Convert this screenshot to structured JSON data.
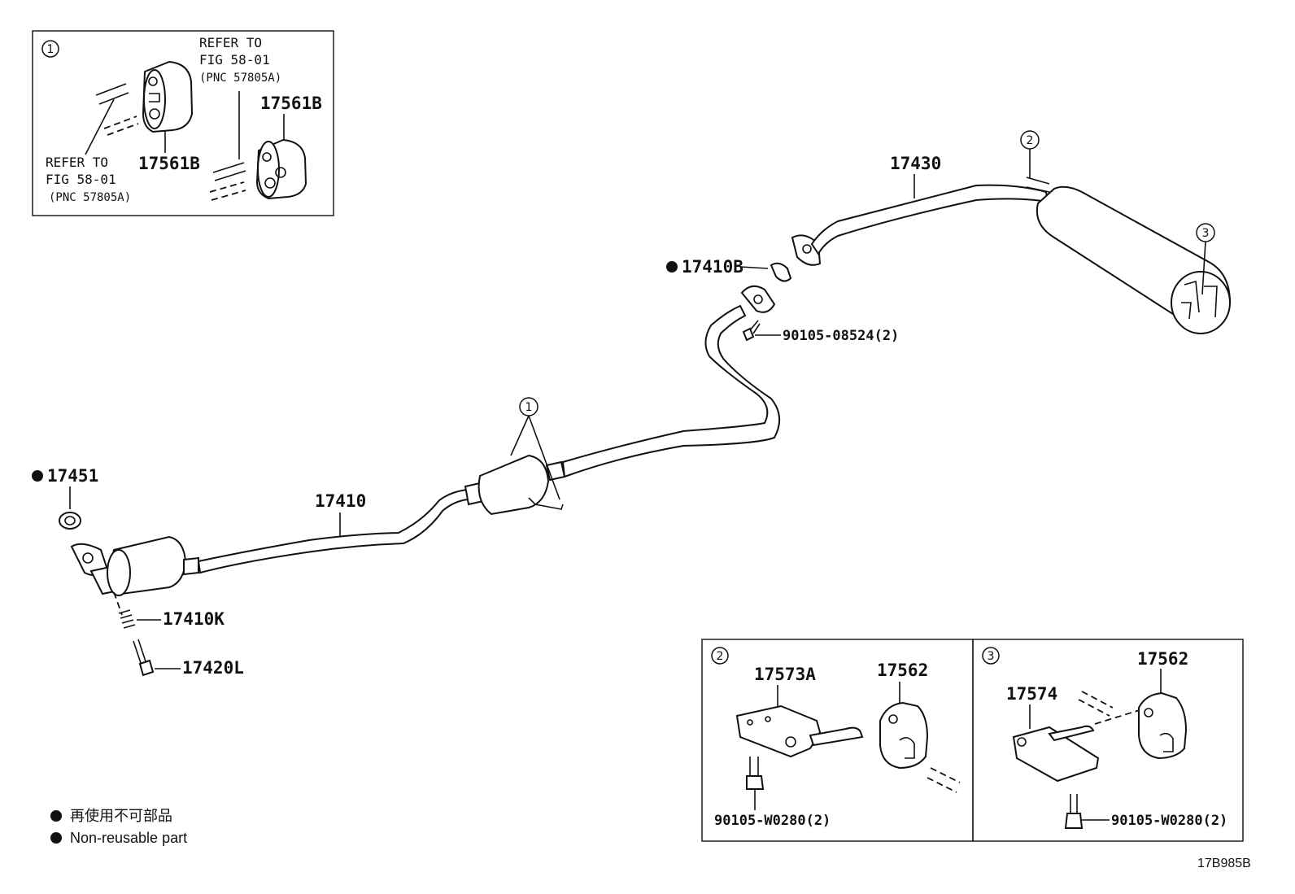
{
  "figure_code": "17B985B",
  "legend": {
    "japanese": "再使用不可部品",
    "english": "Non-reusable part"
  },
  "inset1": {
    "callout": "1",
    "refer_top": [
      "REFER TO",
      "FIG 58-01",
      "(PNC 57805A)"
    ],
    "refer_left": [
      "REFER TO",
      "FIG 58-01",
      "(PNC 57805A)"
    ],
    "part_a": "17561B",
    "part_b": "17561B"
  },
  "inset2": {
    "callout": "2",
    "bracket": "17573A",
    "hanger": "17562",
    "bolt": "90105-W0280(2)"
  },
  "inset3": {
    "callout": "3",
    "bracket": "17574",
    "hanger": "17562",
    "bolt": "90105-W0280(2)"
  },
  "main": {
    "gasket_front": "17451",
    "front_pipe": "17410",
    "spring": "17410K",
    "bolt_front": "17420L",
    "gasket_mid": "17410B",
    "bolt_mid": "90105-08524(2)",
    "tail_pipe": "17430",
    "callout_1": "1",
    "callout_2": "2",
    "callout_3": "3"
  }
}
